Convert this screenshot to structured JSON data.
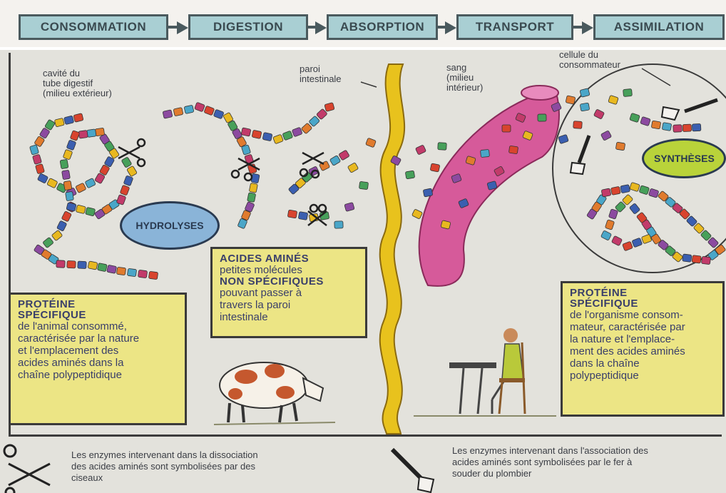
{
  "steps": [
    "CONSOMMATION",
    "DIGESTION",
    "ABSORPTION",
    "TRANSPORT",
    "ASSIMILATION"
  ],
  "labels": {
    "cavity": [
      "cavité du",
      "tube digestif",
      "(milieu extérieur)"
    ],
    "wall": [
      "paroi",
      "intestinale"
    ],
    "blood": [
      "sang",
      "(milieu",
      "intérieur)"
    ],
    "cell": [
      "cellule du",
      "consommateur"
    ]
  },
  "hydrolyses": "HYDROLYSES",
  "syntheses": "SYNTHÈSES",
  "box_left": {
    "title1": "PROTÉINE",
    "title2": "SPÉCIFIQUE",
    "lines": [
      "de l'animal consommé,",
      "caractérisée par la nature",
      "et l'emplacement des",
      "acides aminés dans la",
      "chaîne polypeptidique"
    ]
  },
  "box_middle": {
    "title1": "ACIDES AMINÉS",
    "line1": "petites molécules",
    "title2": "NON SPÉCIFIQUES",
    "lines": [
      "pouvant passer à",
      "travers la paroi",
      "intestinale"
    ]
  },
  "box_right": {
    "title1": "PROTÉINE",
    "title2": "SPÉCIFIQUE",
    "lines": [
      "de l'organisme consom-",
      "mateur, caractérisée par",
      "la nature et l'emplace-",
      "ment des acides aminés",
      "dans la chaîne",
      "polypeptidique"
    ]
  },
  "legend_left": [
    "Les enzymes intervenant dans la dissociation",
    "des acides aminés sont symbolisées par des",
    "ciseaux"
  ],
  "legend_right": [
    "Les enzymes intervenant dans l'association des",
    "acides aminés sont symbolisées par le fer à",
    "souder du plombier"
  ],
  "colors": {
    "step_fill": "#a9cfd3",
    "box_fill": "#ece585",
    "wall": "#e8c21d",
    "blood": "#d65a9a",
    "ellipse_hydro": "#8ab4d8",
    "ellipse_synth": "#b9d33a",
    "bead_palette": [
      "#d8442e",
      "#3b5fb0",
      "#e8b820",
      "#47a05a",
      "#8c4aa0",
      "#e07b2e",
      "#4aa6c8",
      "#c23b6a"
    ]
  }
}
